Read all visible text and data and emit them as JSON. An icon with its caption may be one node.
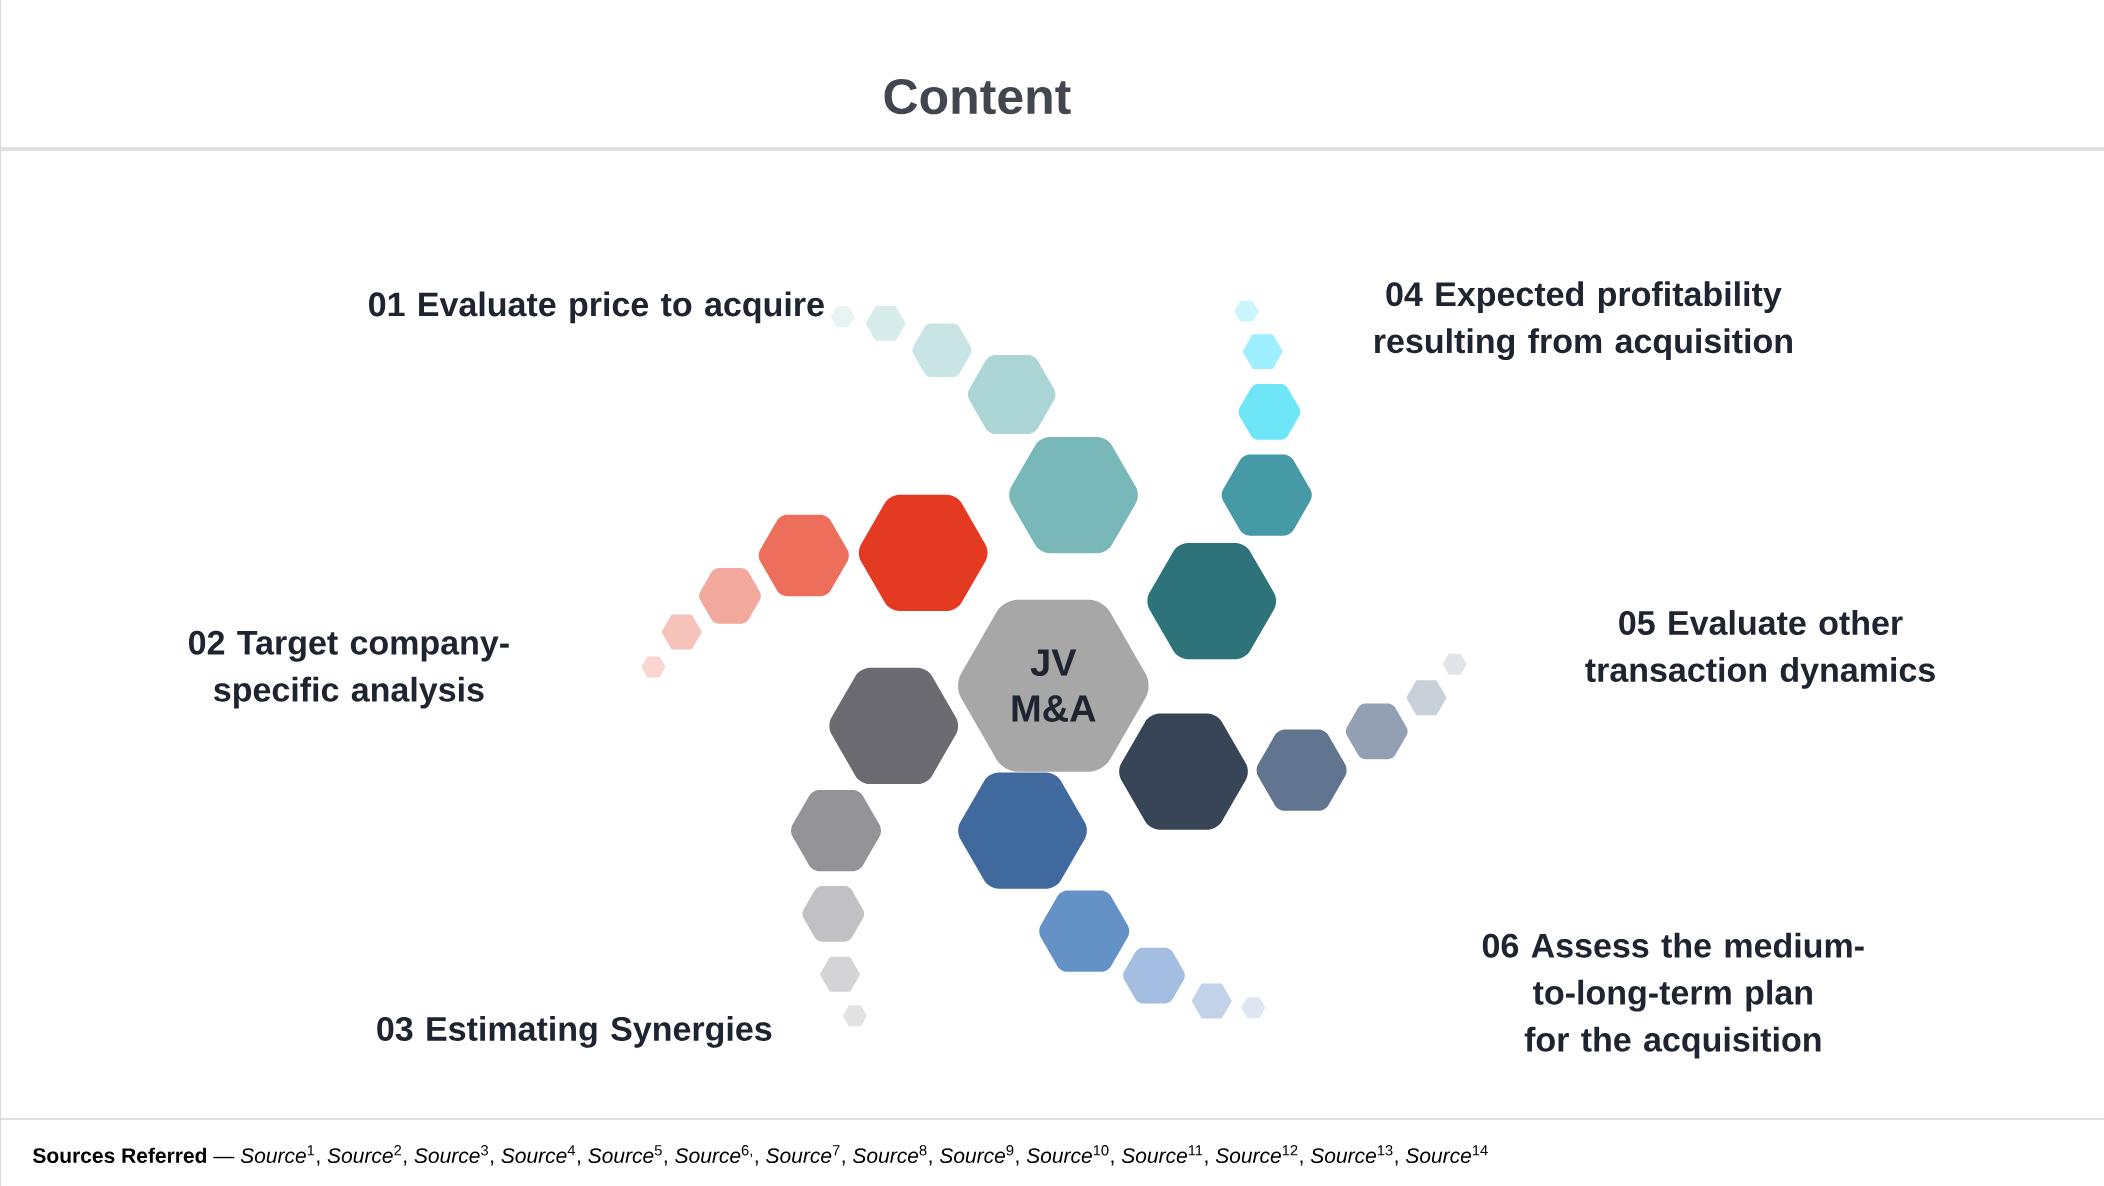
{
  "diagram": {
    "title": "Content",
    "nodes": [
      {
        "text": [
          "JV M&A"
        ]
      },
      {
        "text": [],
        "shape": "hexagon"
      },
      {
        "text": [],
        "shape": "hexagon"
      },
      {
        "text": [],
        "shape": "hexagon"
      },
      {
        "text": [],
        "shape": "hexagon"
      },
      {
        "text": [],
        "shape": "hexagon"
      },
      {
        "text": [],
        "shape": "hexagon"
      },
      {
        "text": [],
        "shape": "hexagon"
      },
      {
        "text": [],
        "shape": "hexagon"
      },
      {
        "text": [],
        "shape": "hexagon"
      },
      {
        "text": [],
        "shape": "hexagon"
      },
      {
        "text": [],
        "shape": "hexagon"
      },
      {
        "text": [],
        "shape": "hexagon"
      },
      {
        "text": [],
        "shape": "hexagon"
      },
      {
        "text": [],
        "shape": "hexagon"
      },
      {
        "text": [],
        "shape": "hexagon"
      },
      {
        "text": [],
        "shape": "hexagon"
      },
      {
        "text": [],
        "shape": "hexagon"
      },
      {
        "text": [],
        "shape": "hexagon"
      },
      {
        "text": [],
        "shape": "hexagon"
      },
      {
        "text": [],
        "shape": "hexagon"
      },
      {
        "text": [],
        "shape": "hexagon"
      },
      {
        "text": [],
        "shape": "hexagon"
      },
      {
        "text": [],
        "shape": "hexagon"
      },
      {
        "text": [],
        "shape": "hexagon"
      },
      {
        "text": [],
        "shape": "hexagon"
      },
      {
        "text": [],
        "shape": "hexagon"
      },
      {
        "text": [],
        "shape": "hexagon"
      },
      {
        "text": [],
        "shape": "hexagon"
      },
      {
        "text": [],
        "shape": "hexagon"
      },
      {
        "text": [],
        "shape": "hexagon"
      }
    ],
    "labels": [
      "01 Evaluate price to acquire",
      "04 Expected profitability resulting from acquisition",
      "02 Target company-specific analysis",
      "05 Evaluate other transaction dynamics",
      "06 Assess the medium-to-long-term plan for the acquisition",
      "03 Estimating Synergies",
      "**Sources Referred** — *Source*$^{1}$, *Source*$^{2}$, *Source*$^{3}$, *Source*$^{4}$, *Source*$^{5}$, *Source*$^{6,}$, *Source*$^{7}$, *Source*$^{8}$, *Source*$^{9}$, *Source*$^{10}$, *Source*$^{11}$, *Source*$^{12}$, *Source*$^{13}$, *Source*$^{14}$"
    ]
  }
}
